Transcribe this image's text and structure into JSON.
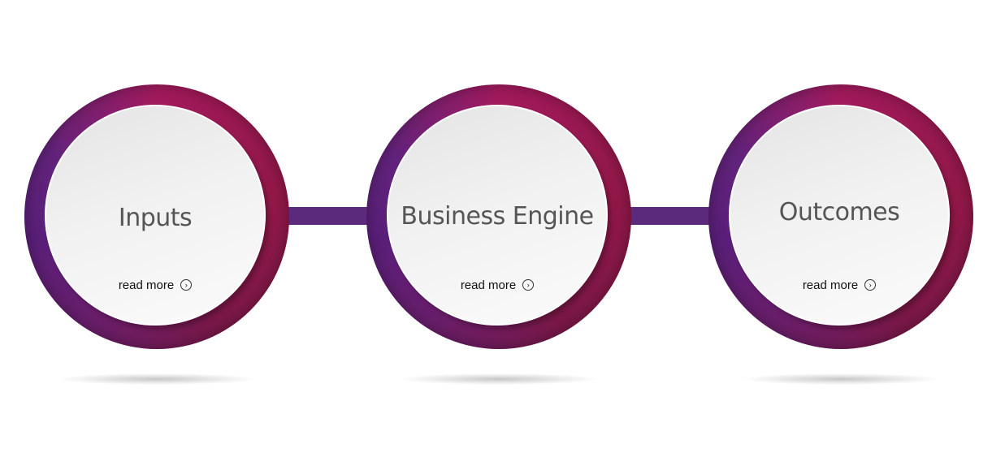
{
  "steps": [
    {
      "title": "Inputs",
      "link": "read more"
    },
    {
      "title": "Business Engine",
      "link": "read more"
    },
    {
      "title": "Outcomes",
      "link": "read more"
    }
  ],
  "colors": {
    "connector": "#5b2a7c",
    "ring_start": "#5a1f7a",
    "ring_end": "#a21a5c"
  }
}
